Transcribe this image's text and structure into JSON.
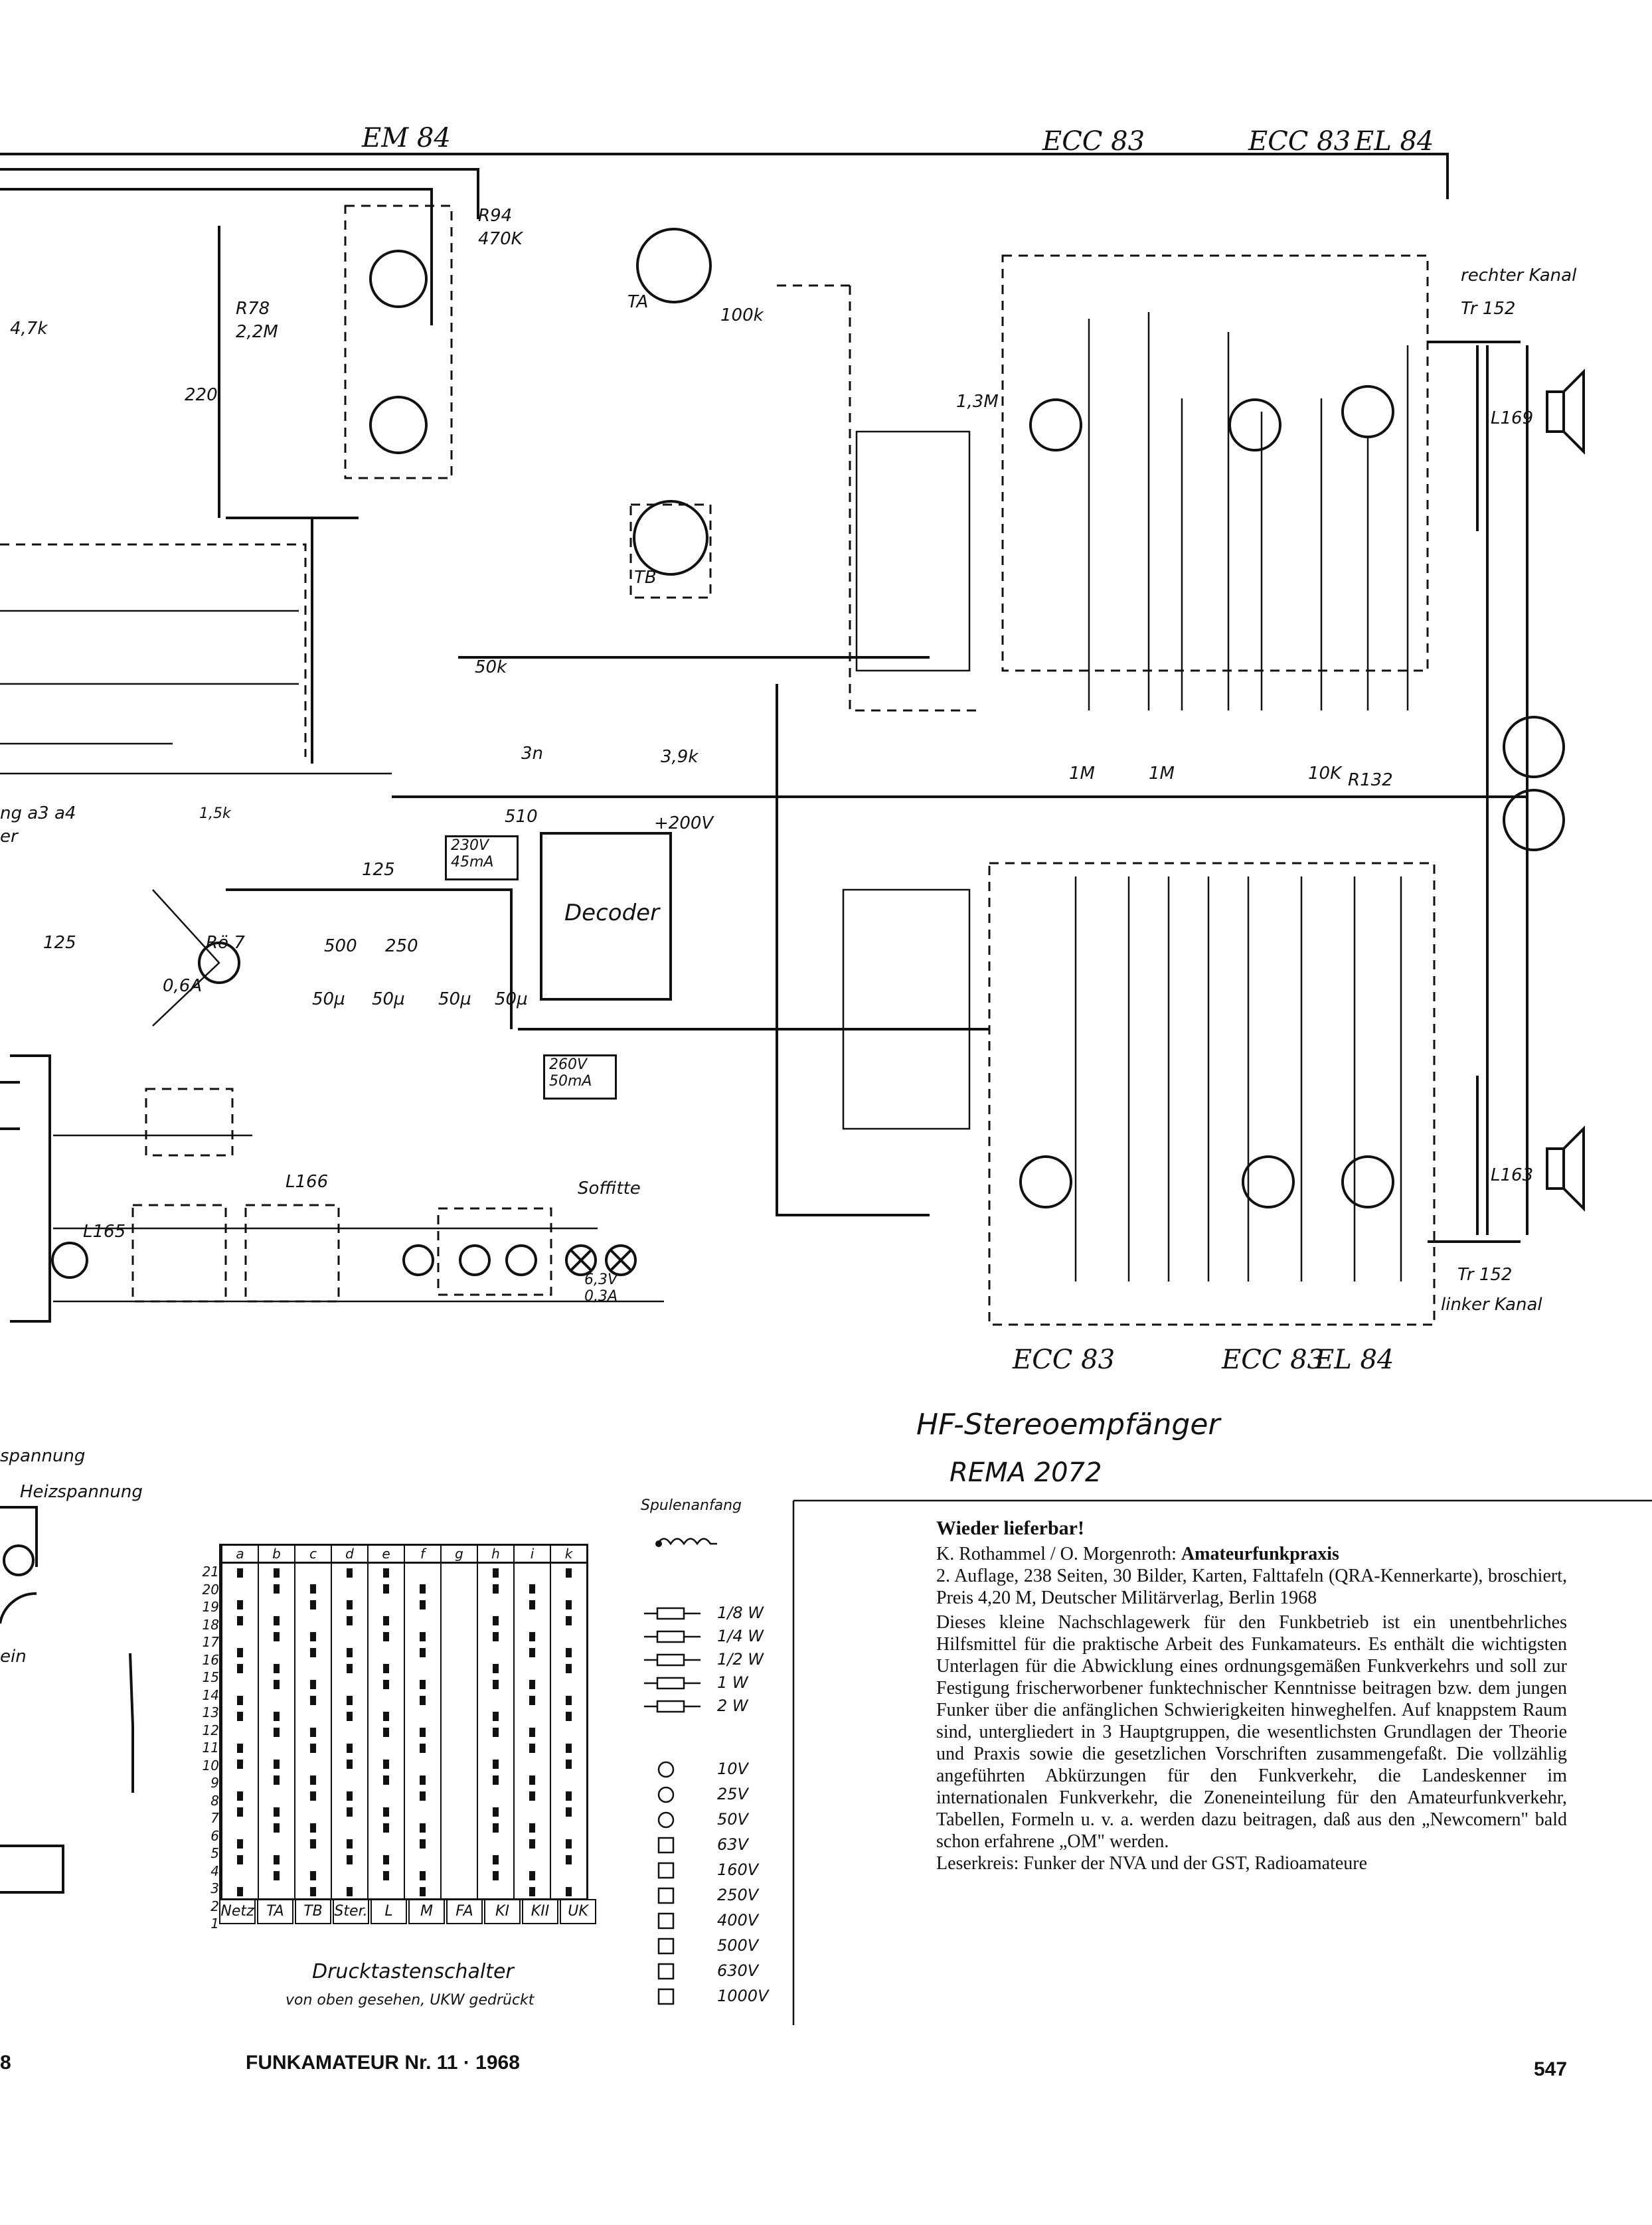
{
  "tubes": {
    "em84": "EM 84",
    "ecc83_top_left": "ECC 83",
    "ecc83_top_right": "ECC 83",
    "el84_top": "EL 84",
    "ecc83_bottom_left": "ECC 83",
    "ecc83_bottom_right": "ECC 83",
    "el84_bottom": "EL 84"
  },
  "labels": {
    "rechter_kanal": "rechter Kanal",
    "linker_kanal": "linker Kanal",
    "tr152_top": "Tr 152",
    "tr152_bottom": "Tr 152",
    "decoder": "Decoder",
    "ta": "TA",
    "tb": "TB",
    "r94": "R94",
    "r94_val": "470K",
    "r78": "R78",
    "r78_val": "2,2M",
    "r79_val": "4,7k",
    "c93_val": "220",
    "r100_val": "100k",
    "r116_val": "1,3M",
    "r177_val": "1M",
    "r178_val": "1M",
    "r186_val": "50k",
    "r179_val": "3,9k",
    "c180_val": "510",
    "c179_val": "3n",
    "v230": "230V",
    "ma45": "45mA",
    "v260": "260V",
    "ma50": "50mA",
    "plus200": "+200V",
    "r182_val": "125",
    "r158_val": "500",
    "r153_val": "250",
    "r160_val": "125",
    "c_50u": "50µ",
    "fuse_val": "0,6A",
    "ro7": "Rö 7",
    "soffitte": "Soffitte",
    "lamp_val": "6,3V 0,3A",
    "l166": "L166",
    "l165": "L165",
    "l169": "L169",
    "l163": "L163",
    "r10k": "10K",
    "r132": "R132",
    "spannung": "spannung",
    "heizspannung": "Heizspannung",
    "ein": "ein",
    "r_1_5k": "1,5k",
    "ng_a3_a4": "ng  a3  a4",
    "er": "er"
  },
  "schematic_title": "HF-Stereoempfänger",
  "schematic_subtitle": "REMA 2072",
  "switch": {
    "columns": [
      "a",
      "b",
      "c",
      "d",
      "e",
      "f",
      "g",
      "h",
      "i",
      "k"
    ],
    "rows": [
      "21",
      "20",
      "19",
      "18",
      "17",
      "16",
      "15",
      "14",
      "13",
      "12",
      "11",
      "10",
      "9",
      "8",
      "7",
      "6",
      "5",
      "4",
      "3",
      "2",
      "1"
    ],
    "keys": [
      "Netz",
      "TA",
      "TB",
      "Ster.",
      "L",
      "M",
      "FA",
      "KI",
      "KII",
      "UK"
    ],
    "caption": "Drucktastenschalter",
    "subcaption": "von oben gesehen, UKW gedrückt"
  },
  "legend": {
    "coil_label": "Spulenanfang",
    "resistors": [
      "1/8 W",
      "1/4 W",
      "1/2 W",
      "1 W",
      "2 W"
    ],
    "voltages": [
      "10V",
      "25V",
      "50V",
      "63V",
      "160V",
      "250V",
      "400V",
      "500V",
      "630V",
      "1000V"
    ]
  },
  "article": {
    "heading": "Wieder lieferbar!",
    "authors": "K. Rothammel / O. Morgenroth: ",
    "book_title": "Amateurfunkpraxis",
    "details": "2. Auflage, 238 Seiten, 30 Bilder, Karten, Falttafeln (QRA-Kennerkarte), broschiert, Preis 4,20 M, Deutscher Militärverlag, Berlin 1968",
    "body": "Dieses kleine Nachschlagewerk für den Funkbetrieb ist ein unentbehrliches Hilfsmittel für die praktische Arbeit des Funkamateurs. Es enthält die wichtigsten Unterlagen für die Abwicklung eines ordnungsgemäßen Funkverkehrs und soll zur Festigung frischerworbener funktechnischer Kenntnisse beitragen bzw. dem jungen Funker über die anfänglichen Schwierigkeiten hinweghelfen. Auf knappstem Raum sind, untergliedert in 3 Hauptgruppen, die wesentlichsten Grundlagen der Theorie und Praxis sowie die gesetzlichen Vorschriften zusammengefaßt. Die vollzählig angeführten Abkürzungen für den Funkverkehr, die Landeskenner im internationalen Funkverkehr, die Zoneneinteilung für den Amateurfunkverkehr, Tabellen, Formeln u. v. a. werden dazu beitragen, daß aus den „Newcomern\" bald schon erfahrene „OM\" werden.",
    "readers_label": "Leserkreis: ",
    "readers": "Funker der NVA und der GST, Radioamateure"
  },
  "footer": {
    "left_page": "8",
    "journal": "FUNKAMATEUR Nr. 11 · 1968",
    "right_page": "547"
  }
}
